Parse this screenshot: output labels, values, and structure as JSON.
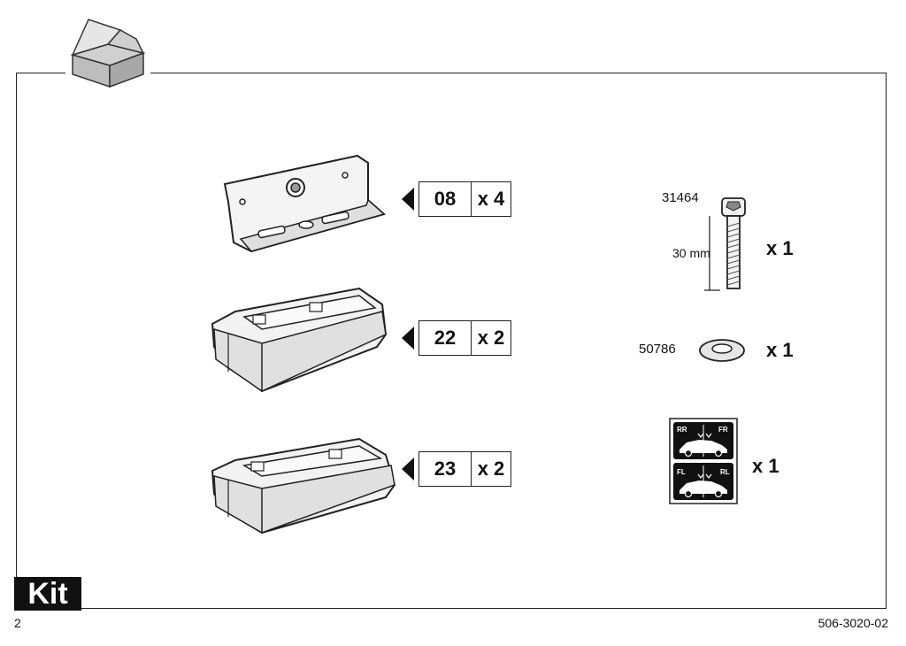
{
  "page": {
    "page_number": "2",
    "doc_code": "506-3020-02",
    "section_label": "Kit"
  },
  "left_parts": [
    {
      "number": "08",
      "count": "x 4",
      "icon": "bracket-plate-icon"
    },
    {
      "number": "22",
      "count": "x 2",
      "icon": "foot-pad-icon"
    },
    {
      "number": "23",
      "count": "x 2",
      "icon": "foot-pad-icon"
    }
  ],
  "right_parts": {
    "bolt": {
      "code": "31464",
      "length": "30 mm",
      "count": "x 1",
      "icon": "bolt-icon"
    },
    "washer": {
      "code": "50786",
      "count": "x 1",
      "icon": "washer-icon"
    },
    "sticker": {
      "count": "x 1",
      "icon": "position-sticker-icon",
      "labels": [
        "RR",
        "FR",
        "FL",
        "RL"
      ]
    }
  }
}
